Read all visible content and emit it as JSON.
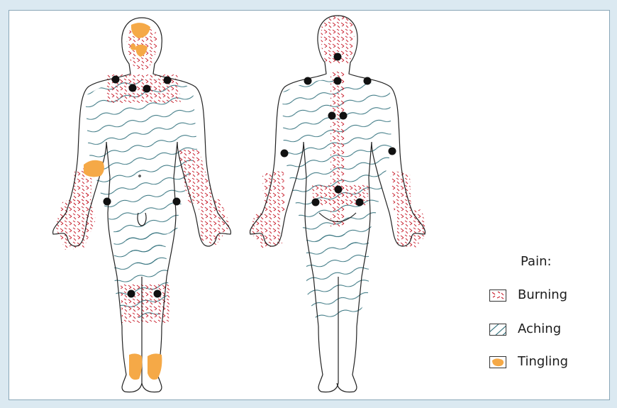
{
  "legend": {
    "title": "Pain:",
    "items": [
      {
        "label": "Burning",
        "icon": "burning-swatch-icon",
        "color": "#c8202e"
      },
      {
        "label": "Aching",
        "icon": "aching-swatch-icon",
        "color": "#2d6e7a"
      },
      {
        "label": "Tingling",
        "icon": "tingling-swatch-icon",
        "color": "#f5a947"
      }
    ]
  },
  "colors": {
    "background": "#dbe9f1",
    "panel": "#ffffff",
    "outline": "#222222",
    "burning": "#c8202e",
    "aching": "#2d6e7a",
    "tingling": "#f5a947",
    "tender_point": "#111111"
  },
  "figures": [
    "front-view",
    "back-view"
  ]
}
